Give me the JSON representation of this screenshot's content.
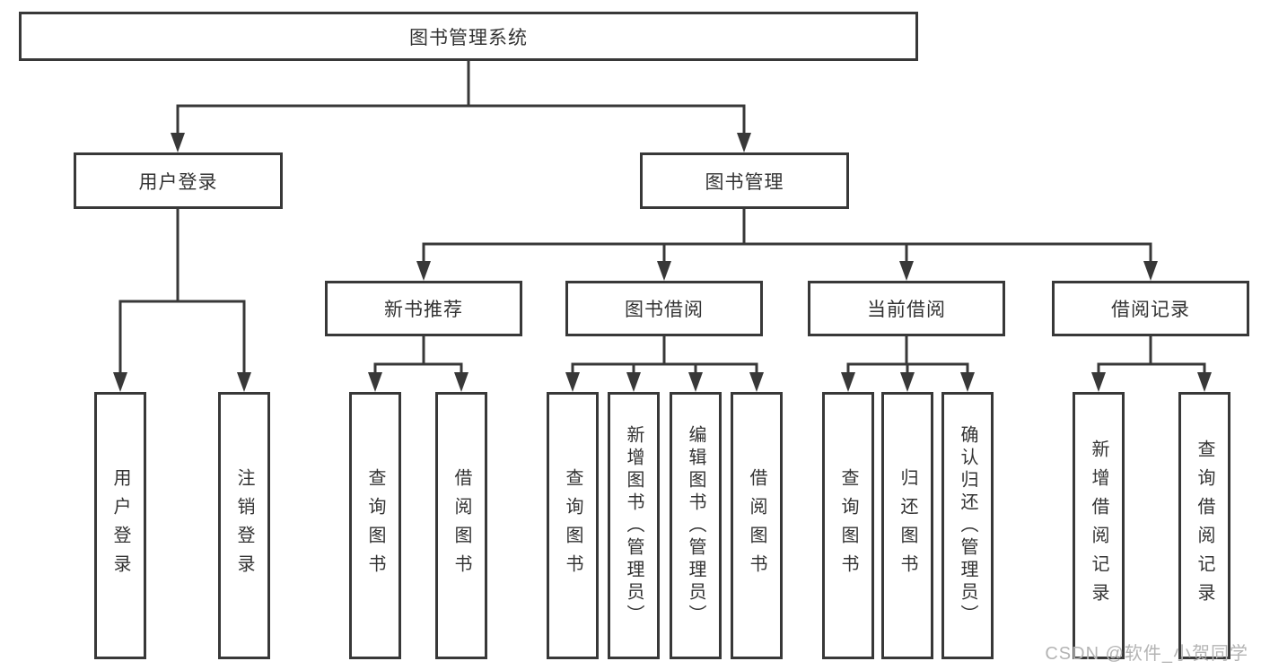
{
  "diagram": {
    "root": {
      "label": "图书管理系统"
    },
    "level2": [
      {
        "label": "用户登录"
      },
      {
        "label": "图书管理"
      }
    ],
    "level3": [
      {
        "label": "新书推荐"
      },
      {
        "label": "图书借阅"
      },
      {
        "label": "当前借阅"
      },
      {
        "label": "借阅记录"
      }
    ],
    "leaves": [
      {
        "label": "用户登录"
      },
      {
        "label": "注销登录"
      },
      {
        "label": "查询图书"
      },
      {
        "label": "借阅图书"
      },
      {
        "label": "查询图书"
      },
      {
        "label": "新增图书（管理员）"
      },
      {
        "label": "编辑图书（管理员）"
      },
      {
        "label": "借阅图书"
      },
      {
        "label": "查询图书"
      },
      {
        "label": "归还图书"
      },
      {
        "label": "确认归还（管理员）"
      },
      {
        "label": "新增借阅记录"
      },
      {
        "label": "查询借阅记录"
      }
    ]
  },
  "watermark": {
    "text": "CSDN @软件_小贺同学"
  },
  "colors": {
    "line": "#383838",
    "text": "#333333",
    "box-fill": "#ffffff",
    "watermark": "#b4b4b4",
    "background": "#ffffff"
  }
}
